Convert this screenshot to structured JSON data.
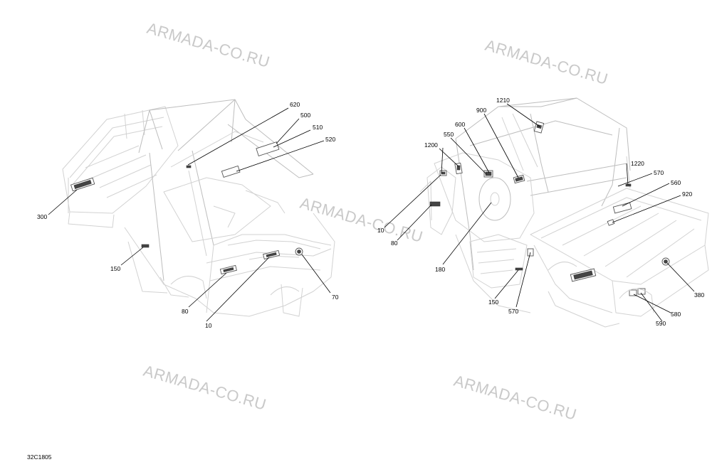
{
  "watermark_text": "ARMADA-CO.RU",
  "reference_code": "32C1805",
  "callouts_left": [
    {
      "id": "620",
      "label": "620"
    },
    {
      "id": "500",
      "label": "500"
    },
    {
      "id": "510",
      "label": "510"
    },
    {
      "id": "520",
      "label": "520"
    },
    {
      "id": "300",
      "label": "300"
    },
    {
      "id": "150",
      "label": "150"
    },
    {
      "id": "80",
      "label": "80"
    },
    {
      "id": "10",
      "label": "10"
    },
    {
      "id": "70",
      "label": "70"
    }
  ],
  "callouts_right": [
    {
      "id": "1210",
      "label": "1210"
    },
    {
      "id": "900",
      "label": "900"
    },
    {
      "id": "600",
      "label": "600"
    },
    {
      "id": "550",
      "label": "550"
    },
    {
      "id": "1200",
      "label": "1200"
    },
    {
      "id": "1220",
      "label": "1220"
    },
    {
      "id": "570a",
      "label": "570"
    },
    {
      "id": "560",
      "label": "560"
    },
    {
      "id": "920",
      "label": "920"
    },
    {
      "id": "10",
      "label": "10"
    },
    {
      "id": "80",
      "label": "80"
    },
    {
      "id": "180",
      "label": "180"
    },
    {
      "id": "150",
      "label": "150"
    },
    {
      "id": "570b",
      "label": "570"
    },
    {
      "id": "380",
      "label": "380"
    },
    {
      "id": "580",
      "label": "580"
    },
    {
      "id": "590",
      "label": "590"
    }
  ]
}
